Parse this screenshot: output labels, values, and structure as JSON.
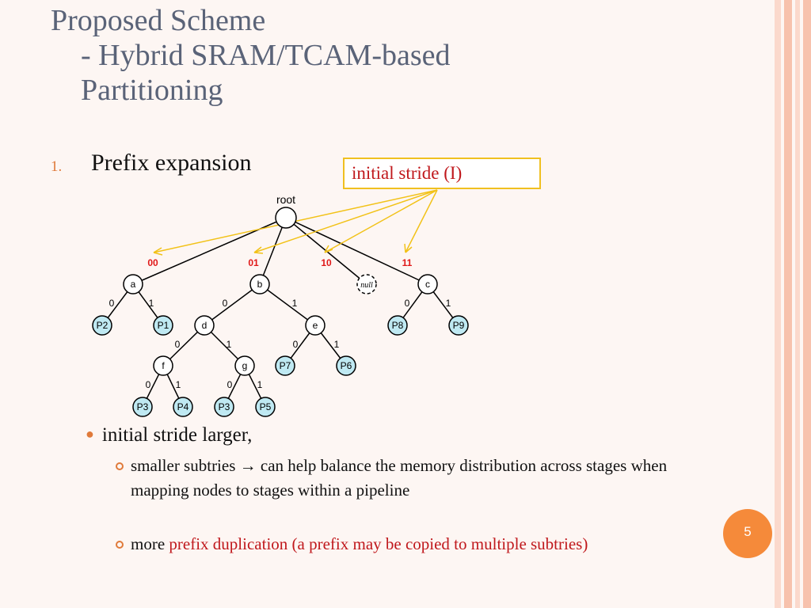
{
  "slide": {
    "title_line1": "Proposed Scheme",
    "title_line2": "- Hybrid SRAM/TCAM-based",
    "title_line3": "Partitioning",
    "item_number": "1.",
    "item_text": "Prefix expansion",
    "callout": "initial stride (I)",
    "bullet": "initial stride larger,",
    "sub1": "smaller subtries → can help balance the memory distribution across stages when mapping nodes to stages within a pipeline",
    "sub2_plain": "more ",
    "sub2_red": "prefix duplication (a prefix may be copied to multiple subtries)",
    "page_number": "5"
  },
  "tree": {
    "root_label": "root",
    "stride_labels": [
      "00",
      "01",
      "10",
      "11"
    ],
    "nodes": [
      "a",
      "b",
      "null",
      "c",
      "P2",
      "P1",
      "d",
      "e",
      "P8",
      "P9",
      "f",
      "g",
      "P7",
      "P6",
      "P3",
      "P4",
      "P3",
      "P5"
    ],
    "edge_labels": [
      "0",
      "1"
    ]
  },
  "colors": {
    "accent": "#e07a3a",
    "red": "#c0181c",
    "callout_border": "#f0c020",
    "leaf_fill": "#bfe9f2",
    "title": "#5a6378"
  }
}
